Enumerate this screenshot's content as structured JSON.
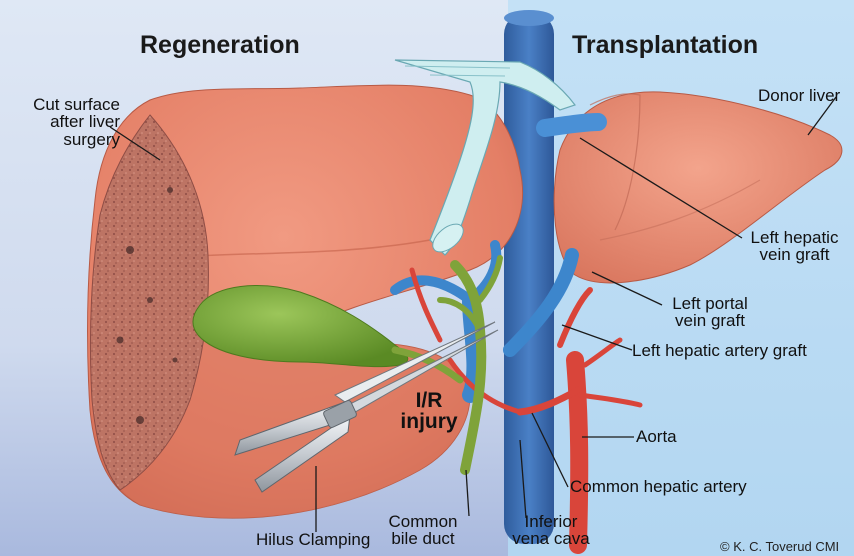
{
  "titles": {
    "regeneration": "Regeneration",
    "transplantation": "Transplantation"
  },
  "labels": {
    "cut_surface": [
      "Cut surface",
      "after liver",
      "surgery"
    ],
    "donor_liver": "Donor liver",
    "left_hepatic_vein_graft": [
      "Left hepatic",
      "vein graft"
    ],
    "left_portal_vein_graft": [
      "Left portal",
      "vein graft"
    ],
    "left_hepatic_artery_graft": "Left hepatic artery graft",
    "ir_injury": [
      "I/R",
      "injury"
    ],
    "aorta": "Aorta",
    "common_hepatic_artery": "Common hepatic artery",
    "hilus_clamping": "Hilus Clamping",
    "common_bile_duct": [
      "Common",
      "bile duct"
    ],
    "inferior_vena_cava": [
      "Inferior",
      "vena cava"
    ],
    "copyright": "© K. C. Toverud CMI"
  },
  "colors": {
    "left_panel_bg": "#dbe4f3",
    "left_panel_bottom": "#a9b9de",
    "right_panel_bg": "#bcdcf4",
    "liver": "#e9866d",
    "liver_shade": "#d46a52",
    "cut_surface": "#b86a5c",
    "vena_cava": "#3b6db0",
    "portal_vein": "#3d86cc",
    "artery": "#d9453a",
    "bile_duct": "#7fa33a",
    "gallbladder": "#6b9a2e",
    "ligament": "#bfe2e6"
  }
}
